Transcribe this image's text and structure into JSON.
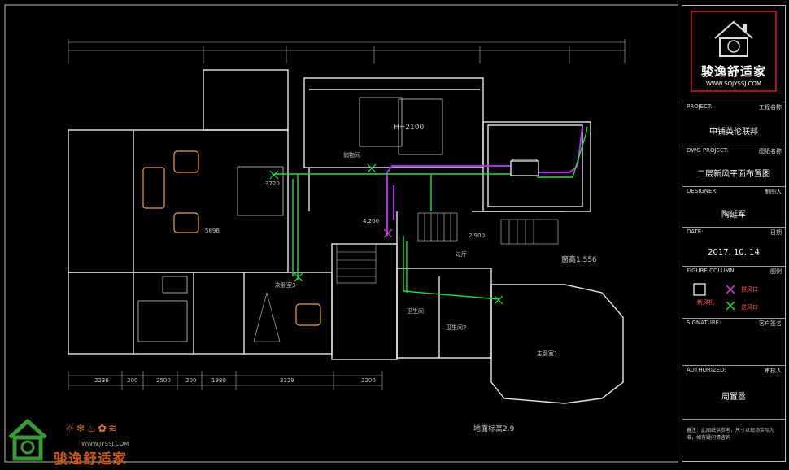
{
  "plan": {
    "height_label": "H=2100",
    "room_label_a": "储物间",
    "room_label_b": "次卧室3",
    "room_label_c": "过厅",
    "room_label_d": "主卧室1",
    "room_label_e": "卫生间2",
    "room_label_f": "卫生间",
    "dim_elev_1": "4.200",
    "dim_elev_2": "2.900",
    "window_label": "窗高1.556",
    "bay_label": "地面标高2.9",
    "dim_5896": "5896",
    "dim_2236": "2236",
    "dim_200a": "200",
    "dim_2500": "2500",
    "dim_200b": "200",
    "dim_1980": "1980",
    "dim_3329": "3329",
    "dim_2200": "2200",
    "dim_3720": "3720"
  },
  "title_block": {
    "logo_text": "骏逸舒适家",
    "logo_url": "WWW.SOJYSSJ.COM",
    "project_label": "PROJECT:",
    "project_label_cn": "工程名称",
    "project_value": "中铺英伦联邦",
    "dwg_label": "DWG PROJECT:",
    "dwg_label_cn": "图纸名称",
    "dwg_value": "二层新风平面布置图",
    "designer_label": "DESIGNER:",
    "designer_label_cn": "制图人",
    "designer_value": "陶延军",
    "date_label": "DATE:",
    "date_label_cn": "日期",
    "date_value": "2017. 10. 14",
    "figure_label": "FIGURE COLUMN:",
    "figure_label_cn": "图例",
    "legend_unit": "新风机",
    "legend_exhaust": "排风口",
    "legend_supply": "送风口",
    "sig_label": "SIGNATURE:",
    "sig_label_cn": "客户签名",
    "auth_label": "AUTHORIZED:",
    "auth_label_cn": "审核人",
    "auth_value": "周置丞",
    "note": "备注：此图纸供参考，尺寸以现场实际为准，如有疑问请咨询"
  },
  "watermark": {
    "text": "骏逸舒适家",
    "url": "WWW.JYSSJ.COM",
    "icons": "☼❄♨✿≋"
  },
  "colors": {
    "wall": "#e8e8e8",
    "supply_duct": "#22dd44",
    "exhaust_duct": "#b030e8",
    "logo_border": "#a0141e",
    "furniture": "#e8a050"
  }
}
